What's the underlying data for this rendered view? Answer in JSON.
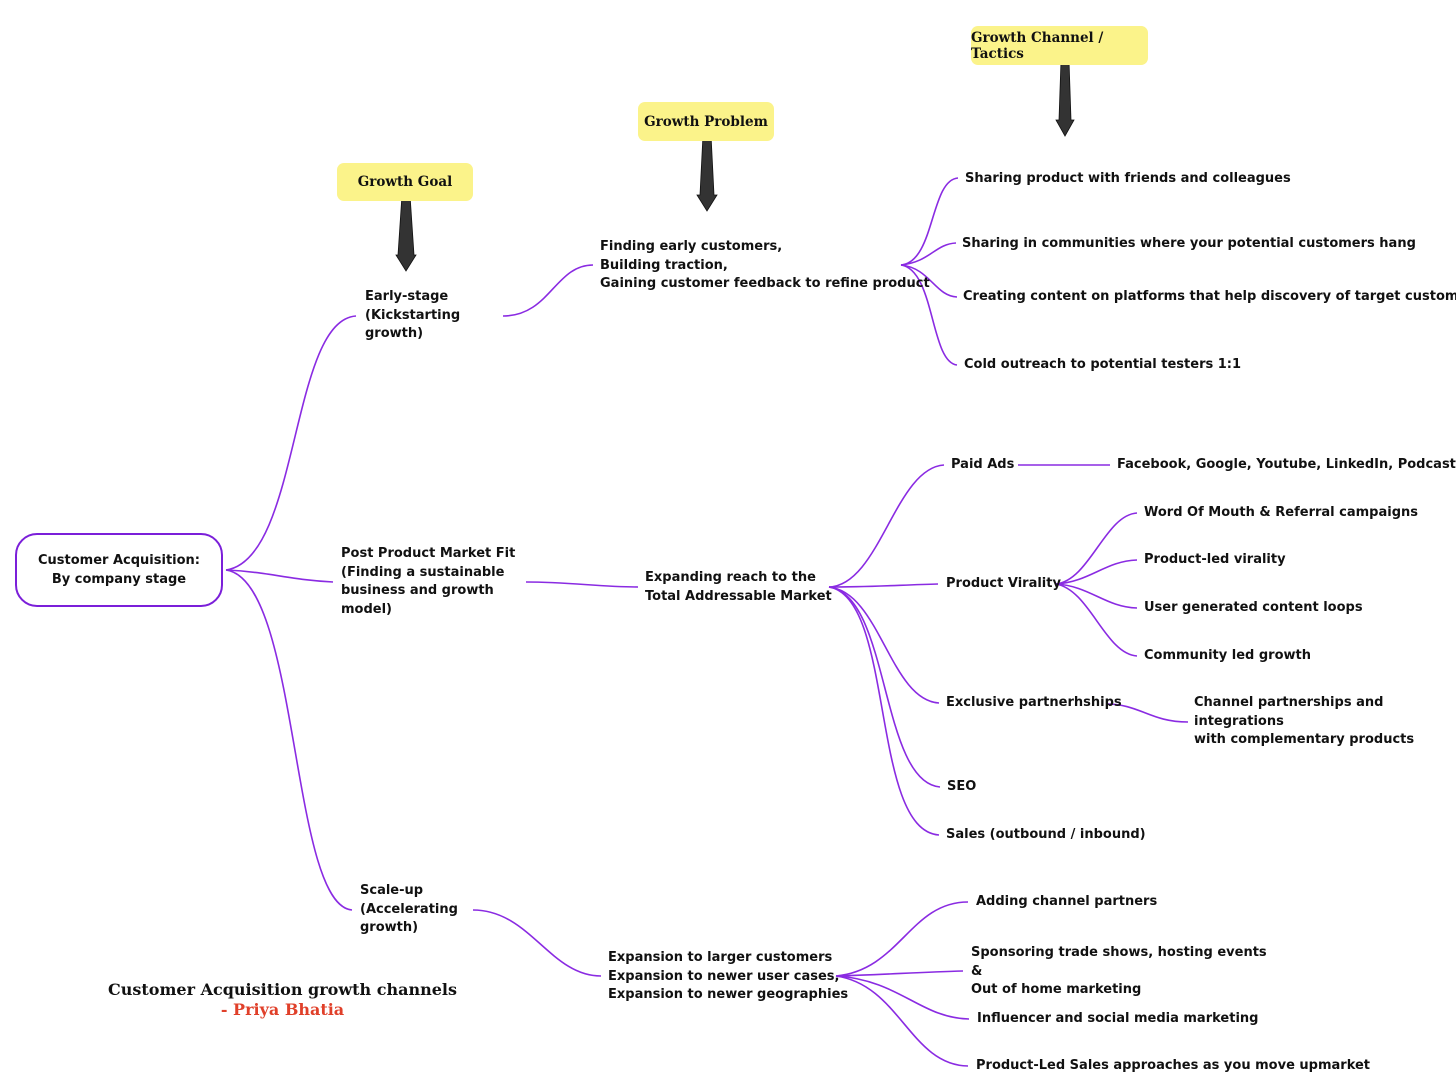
{
  "colors": {
    "link": "#8a2be2",
    "tag_bg": "#fbf38a",
    "arrow": "#333333",
    "author": "#e0402a",
    "root_border": "#7b1fd9"
  },
  "headers": {
    "growth_goal": "Growth Goal",
    "growth_problem": "Growth Problem",
    "growth_channel": "Growth Channel /  Tactics"
  },
  "root": {
    "label": "Customer Acquisition:\nBy company stage"
  },
  "stages": {
    "early": {
      "goal": "Early-stage\n(Kickstarting\ngrowth)",
      "problem": "Finding early customers,\nBuilding traction,\nGaining customer feedback to refine product",
      "tactics": [
        "Sharing product with friends and colleagues",
        "Sharing in communities where your potential customers hang",
        "Creating content on platforms that help discovery of target customers",
        "Cold outreach to potential testers 1:1"
      ]
    },
    "pmf": {
      "goal": "Post Product Market Fit\n(Finding a sustainable\nbusiness and growth\nmodel)",
      "problem": "Expanding reach to the\nTotal Addressable Market",
      "paid_ads": {
        "label": "Paid Ads",
        "detail": "Facebook, Google, Youtube, LinkedIn, Podcasts, etc."
      },
      "virality": {
        "label": "Product Virality",
        "items": [
          "Word Of Mouth & Referral campaigns",
          "Product-led virality",
          "User generated content loops",
          "Community led growth"
        ]
      },
      "partnerships": {
        "label": "Exclusive partnerhships",
        "detail": "Channel partnerships and\nintegrations\nwith complementary products"
      },
      "seo": "SEO",
      "sales": "Sales (outbound / inbound)"
    },
    "scale": {
      "goal": "Scale-up\n(Accelerating\ngrowth)",
      "problem": "Expansion to larger customers\nExpansion to newer user cases,\nExpansion to newer geographies",
      "tactics": [
        "Adding channel partners",
        "Sponsoring trade shows, hosting events\n&\nOut of home marketing",
        "Influencer and social media marketing",
        "Product-Led Sales approaches as you move upmarket"
      ]
    }
  },
  "caption": {
    "title": "Customer Acquisition growth channels",
    "author": "- Priya Bhatia"
  }
}
